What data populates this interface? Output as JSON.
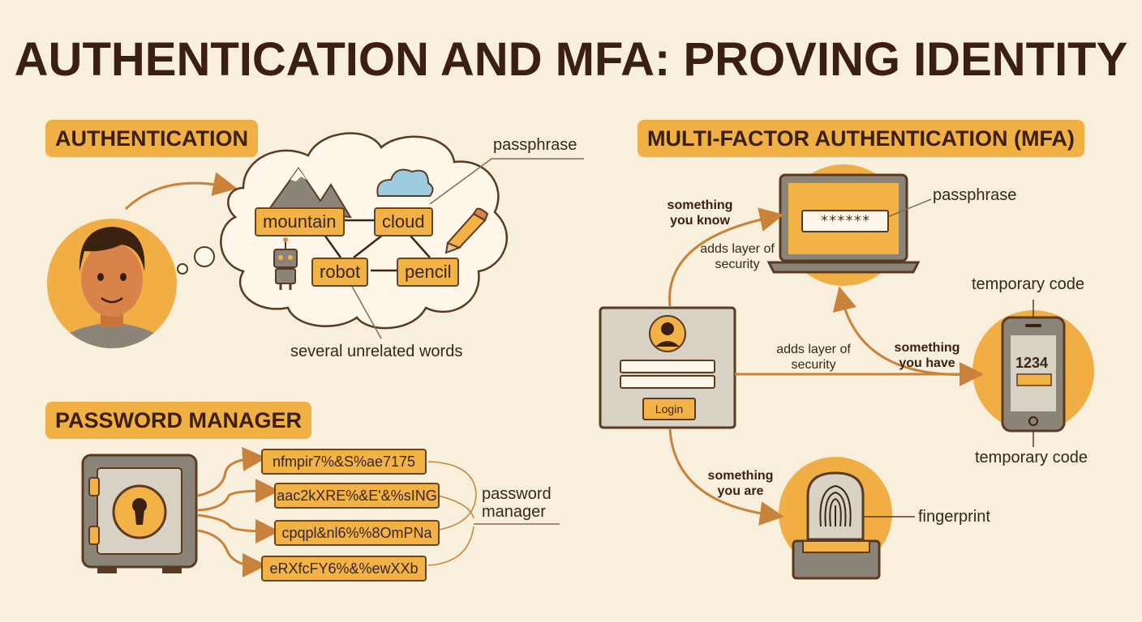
{
  "title": "AUTHENTICATION AND MFA: PROVING IDENTITY",
  "authentication": {
    "heading": "AUTHENTICATION",
    "words": [
      "mountain",
      "cloud",
      "robot",
      "pencil"
    ],
    "passphrase_label": "passphrase",
    "caption": "several unrelated words"
  },
  "password_manager": {
    "heading": "PASSWORD MANAGER",
    "passwords": [
      "nfmpir7%&S%ae7175",
      "aac2kXRE%&E'&%sING",
      "cpqpl&nl6%%8OmPNa",
      "eRXfcFY6%&%ewXXb"
    ],
    "label": "password manager"
  },
  "mfa": {
    "heading": "MULTI-FACTOR AUTHENTICATION (MFA)",
    "know_label": "something you know",
    "have_label": "something you have",
    "are_label": "something you are",
    "layer_label_1": "adds layer of security",
    "layer_label_2": "adds layer of security",
    "passphrase_label": "passphrase",
    "password_mask": "******",
    "login_button": "Login",
    "temp_code_top": "temporary code",
    "temp_code_bottom": "temporary code",
    "code": "1234",
    "fingerprint_label": "fingerprint"
  }
}
